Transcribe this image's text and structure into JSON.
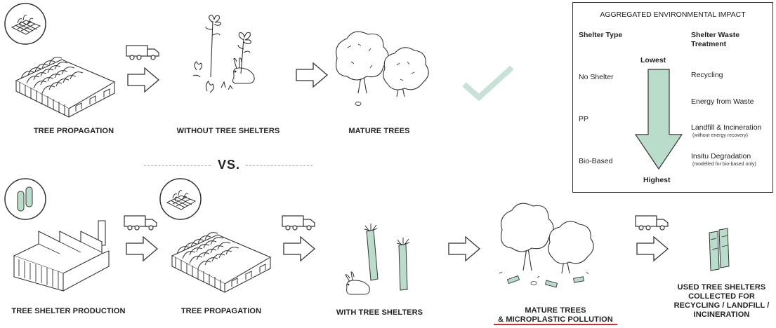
{
  "top_row": {
    "step1": "TREE PROPAGATION",
    "step2": "WITHOUT TREE SHELTERS",
    "step3": "MATURE TREES"
  },
  "divider": "VS.",
  "bottom_row": {
    "step1": "TREE SHELTER PRODUCTION",
    "step2": "TREE PROPAGATION",
    "step3": "WITH TREE SHELTERS",
    "step4_line1": "MATURE TREES",
    "step4_line2": "& MICROPLASTIC POLLUTION",
    "step5_line1": "USED TREE SHELTERS",
    "step5_line2": "COLLECTED FOR",
    "step5_line3": "RECYCLING / LANDFILL /",
    "step5_line4": "INCINERATION"
  },
  "impact_panel": {
    "title": "AGGREGATED ENVIRONMENTAL IMPACT",
    "col1_header": "Shelter Type",
    "col2_header_line1": "Shelter Waste",
    "col2_header_line2": "Treatment",
    "lowest": "Lowest",
    "highest": "Highest",
    "shelter_types": [
      "No Shelter",
      "PP",
      "Bio-Based"
    ],
    "treatments": [
      {
        "label": "Recycling",
        "note": ""
      },
      {
        "label": "Energy from Waste",
        "note": ""
      },
      {
        "label": "Landfill & Incineration",
        "note": "(without energy recovery)"
      },
      {
        "label": "Insitu Degradation",
        "note": "(modelled for bio-based only)"
      }
    ]
  },
  "colors": {
    "accent_green": "#b9dccb",
    "checkmark": "#c8e3d6",
    "underline_red": "#d62b2b"
  }
}
